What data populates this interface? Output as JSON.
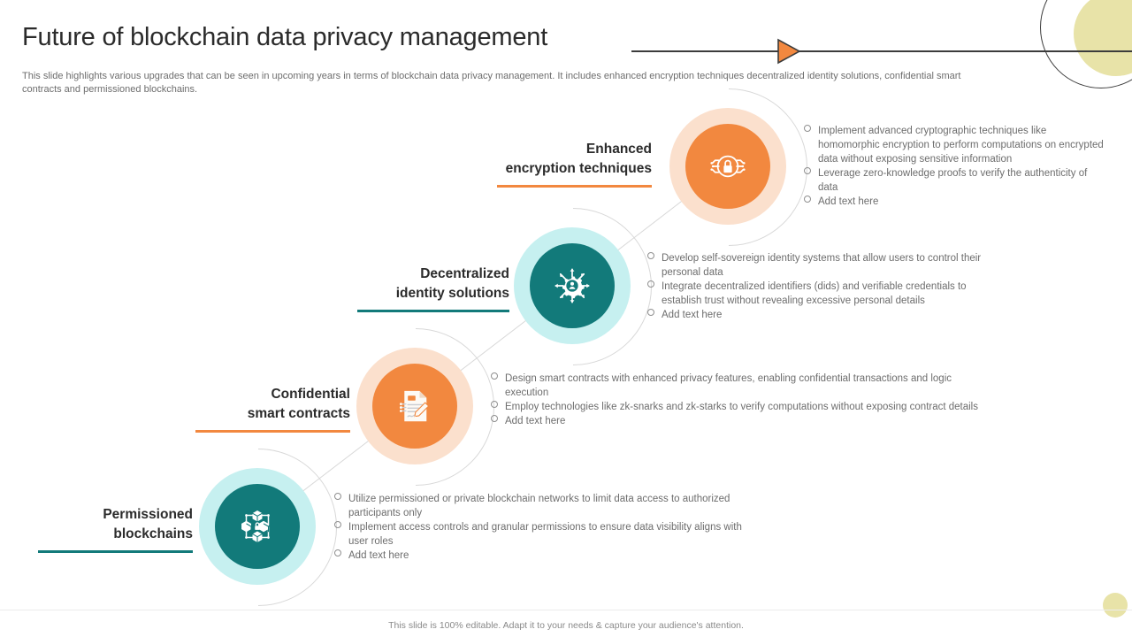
{
  "header": {
    "title": "Future of blockchain data privacy management",
    "subtitle": "This slide highlights various upgrades that can be seen in upcoming years in terms of blockchain data privacy management. It includes enhanced encryption techniques decentralized identity solutions, confidential smart contracts and permissioned blockchains.",
    "arrow_icon": "arrow-right-icon"
  },
  "footer": {
    "note": "This slide is 100% editable. Adapt it to your needs & capture your audience's attention."
  },
  "colors": {
    "orange": "#f2883f",
    "orange_halo": "#fbe0cd",
    "teal": "#127a7a",
    "teal_halo": "#c6f0f0",
    "line": "#d8d8d8",
    "text_dark": "#2b2b2b",
    "text_body": "#6d6d6d",
    "deco_yellow": "#e8e3a8"
  },
  "steps": [
    {
      "label_line1": "Enhanced",
      "label_line2": "encryption techniques",
      "accent": "#f2883f",
      "icon": "lock-circuit-icon",
      "bullets": [
        "Implement advanced cryptographic techniques like homomorphic encryption to perform computations on encrypted data without exposing sensitive information",
        "Leverage zero-knowledge proofs to verify the authenticity of data",
        "Add text here"
      ]
    },
    {
      "label_line1": "Decentralized",
      "label_line2": "identity solutions",
      "accent": "#127a7a",
      "icon": "decentralized-identity-icon",
      "bullets": [
        "Develop self-sovereign identity systems that allow users to control their personal data",
        "Integrate decentralized identifiers (dids) and verifiable credentials to establish trust without revealing excessive personal details",
        "Add text here"
      ]
    },
    {
      "label_line1": "Confidential",
      "label_line2": "smart contracts",
      "accent": "#f2883f",
      "icon": "contract-document-pen-icon",
      "bullets": [
        "Design smart contracts with enhanced privacy features, enabling confidential transactions and logic execution",
        "Employ technologies like zk-snarks and zk-starks to verify computations without exposing contract details",
        "Add text here"
      ]
    },
    {
      "label_line1": "Permissioned",
      "label_line2": "blockchains",
      "accent": "#127a7a",
      "icon": "permissioned-network-lock-icon",
      "bullets": [
        "Utilize permissioned or private blockchain networks to limit data access to authorized participants only",
        "Implement access controls and granular permissions to ensure data visibility aligns with user roles",
        "Add text here"
      ]
    }
  ]
}
